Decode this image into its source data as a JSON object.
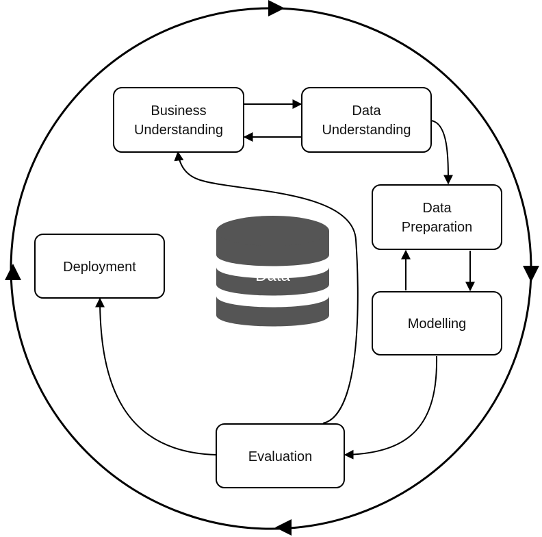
{
  "nodes": {
    "business_understanding": [
      "Business",
      "Understanding"
    ],
    "data_understanding": [
      "Data",
      "Understanding"
    ],
    "data_preparation": [
      "Data",
      "Preparation"
    ],
    "modelling": [
      "Modelling"
    ],
    "evaluation": [
      "Evaluation"
    ],
    "deployment": [
      "Deployment"
    ]
  },
  "database_label": "Data",
  "colors": {
    "stroke": "#000000",
    "database_fill": "#555555",
    "box_fill": "#ffffff"
  }
}
